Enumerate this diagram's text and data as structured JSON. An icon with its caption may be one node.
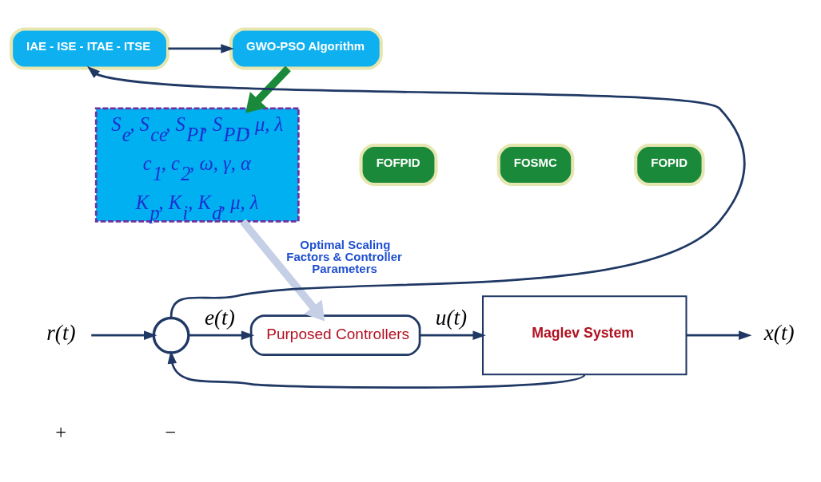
{
  "diagram": {
    "nodes": [
      {
        "text": [
          "IAE - ISE - ITAE - ITSE"
        ]
      },
      {
        "text": [
          "GWO-PSO Algorithm"
        ]
      },
      {
        "text": [
          "S$_{e}$, S$_{ce}$, S$_{PI}$, S$_{PD}$, μ, λ",
          "c$_{1}$, c$_{2}$, ω, γ, α",
          "K$_{p}$, K$_{i}$, K$_{d}$, μ, λ"
        ]
      },
      {
        "text": [
          "FOFPID"
        ]
      },
      {
        "text": [
          "FOSMC"
        ]
      },
      {
        "text": [
          "FOPID"
        ]
      },
      {
        "text": [
          "Purposed Controllers"
        ]
      },
      {
        "text": [
          "Maglev System"
        ]
      },
      {
        "text": [],
        "shape": "circle"
      },
      {
        "text": [
          "r(t)"
        ]
      },
      {
        "text": [
          "x(t)"
        ]
      }
    ],
    "edges": [
      {
        "from": 9,
        "to": 8,
        "arrow": "to"
      },
      {
        "from": 8,
        "to": 6,
        "arrow": "to",
        "label": "e(t)"
      },
      {
        "from": 8,
        "to": 0,
        "arrow": "to"
      },
      {
        "from": 0,
        "to": 1,
        "arrow": "to"
      },
      {
        "from": 1,
        "to": 2,
        "arrow": "to",
        "style": "thick",
        "color": "#1a8a3a"
      },
      {
        "from": 2,
        "to": 6,
        "arrow": "to",
        "label": "Optimal Scaling Factors & Controller Parameters",
        "style": "thick",
        "color": "#c5d0e6"
      },
      {
        "from": 6,
        "to": 7,
        "arrow": "to",
        "label": "u(t)"
      },
      {
        "from": 7,
        "to": 10,
        "arrow": "to"
      },
      {
        "from": 7,
        "to": 8,
        "arrow": "to"
      }
    ],
    "labels": [
      "+",
      "−"
    ]
  }
}
